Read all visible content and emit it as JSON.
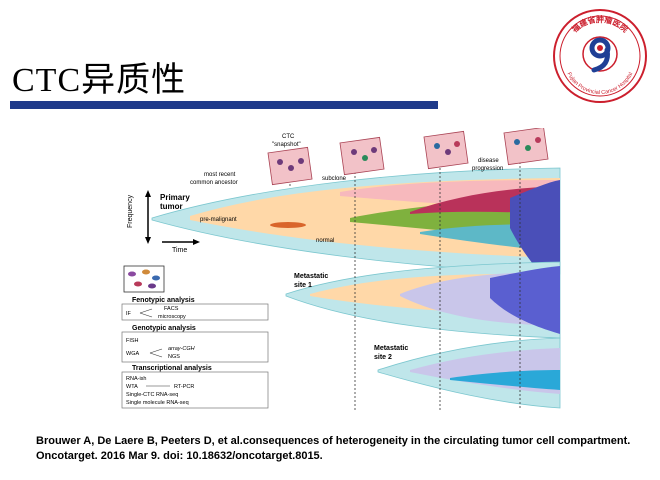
{
  "slide": {
    "title": "CTC异质性",
    "caption": "Brouwer A, De Laere B, Peeters D, et al.consequences of heterogeneity in the circulating tumor cell compartment. Oncotarget. 2016 Mar 9. doi: 10.18632/oncotarget.8015."
  },
  "logo": {
    "icon": "hospital-seal-icon",
    "text_top": "福建省肿瘤医院",
    "text_bottom": "Fujian Provincial Cancer Hospital"
  },
  "figure": {
    "ctc_label": "CTC",
    "snapshot_label": "\"snapshot\"",
    "mrca_line1": "most recent",
    "mrca_line2": "common ancestor",
    "subclone": "subclone",
    "disease_line1": "disease",
    "disease_line2": "progression",
    "primary_line1": "Primary",
    "primary_line2": "tumor",
    "frequency": "Frequency",
    "time": "Time",
    "premalignant": "pre-malignant",
    "normal": "normal",
    "met1_line1": "Metastatic",
    "met1_line2": "site 1",
    "met2_line1": "Metastatic",
    "met2_line2": "site 2",
    "fenotypic": {
      "title": "Fenotypic analysis",
      "method": "IF",
      "options": [
        "FACS",
        "microscopy"
      ]
    },
    "genotypic": {
      "title": "Genotypic analysis",
      "method1": "FISH",
      "method2": "WGA",
      "options": [
        "array-CGH",
        "NGS"
      ]
    },
    "transcriptional": {
      "title": "Transcriptional analysis",
      "method1": "RNA-ish",
      "method2": "WTA",
      "option": "RT-PCR",
      "method3": "Single-CTC RNA-seq",
      "method4": "Single molecule RNA-seq"
    }
  },
  "colors": {
    "title_bar": "#1f3a8a",
    "logo_red": "#cc1f2d",
    "logo_blue": "#1f3f95"
  }
}
